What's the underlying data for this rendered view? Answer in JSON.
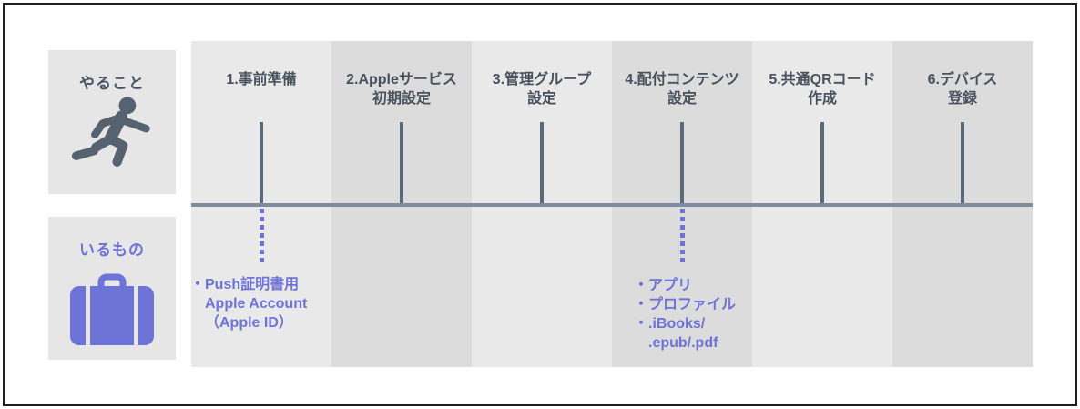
{
  "diagram": {
    "legend": {
      "todo_label": "やること",
      "needed_label": "いるもの"
    },
    "steps": [
      {
        "title_line1": "1.事前準備",
        "title_line2": ""
      },
      {
        "title_line1": "2.Appleサービス",
        "title_line2": "初期設定"
      },
      {
        "title_line1": "3.管理グループ",
        "title_line2": "設定"
      },
      {
        "title_line1": "4.配付コンテンツ",
        "title_line2": "設定"
      },
      {
        "title_line1": "5.共通QRコード",
        "title_line2": "作成"
      },
      {
        "title_line1": "6.デバイス",
        "title_line2": "登録"
      }
    ],
    "requirements": {
      "step1": {
        "line1": "・Push証明書用",
        "line2": "Apple Account",
        "line3": "（Apple ID）"
      },
      "step4": {
        "line1": "・アプリ",
        "line2": "・プロファイル",
        "line3": "・.iBooks/",
        "line4": ".epub/.pdf"
      }
    },
    "colors": {
      "accent_purple": "#6e73d7",
      "slate_text": "#48525f",
      "tick": "#5b6a79",
      "timeline": "#7e8c9e",
      "column_light": "#e9e9e9",
      "column_dark": "#dcdcdc",
      "legend_box_bg": "#e6e6e6"
    }
  }
}
